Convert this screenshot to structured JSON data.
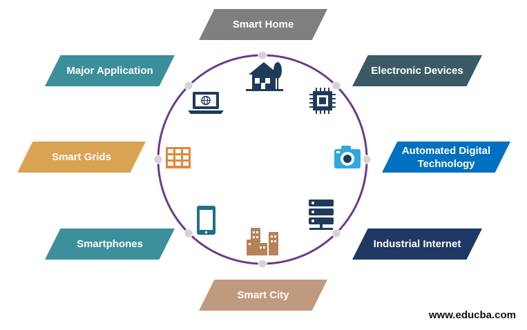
{
  "labels": {
    "smart_home": "Smart Home",
    "electronic_devices": "Electronic Devices",
    "automated_line1": "Automated Digital",
    "automated_line2": "Technology",
    "industrial_internet": "Industrial Internet",
    "smart_city": "Smart City",
    "smartphones": "Smartphones",
    "smart_grids": "Smart Grids",
    "major_application": "Major Application"
  },
  "watermark": "www.educba.com",
  "colors": {
    "ring": "#6b3a8c",
    "node": "#d4d4d4",
    "smart_home": "#7f7f7f",
    "electronic_devices": "#3b5a66",
    "automated": "#0070c0",
    "industrial_internet": "#1f3864",
    "smart_city": "#c09a7e",
    "smartphones": "#3a8f9a",
    "smart_grids": "#d9a354",
    "major_application": "#3a8f9a",
    "icon_dark": "#1f3b5c",
    "icon_teal": "#1f6f8b",
    "icon_orange": "#e0873a",
    "icon_blue": "#2ea8de",
    "icon_brown": "#b5835a"
  },
  "icons": [
    "house-icon",
    "chip-icon",
    "camera-icon",
    "server-icon",
    "buildings-icon",
    "smartphone-icon",
    "grid-icon",
    "laptop-icon"
  ]
}
